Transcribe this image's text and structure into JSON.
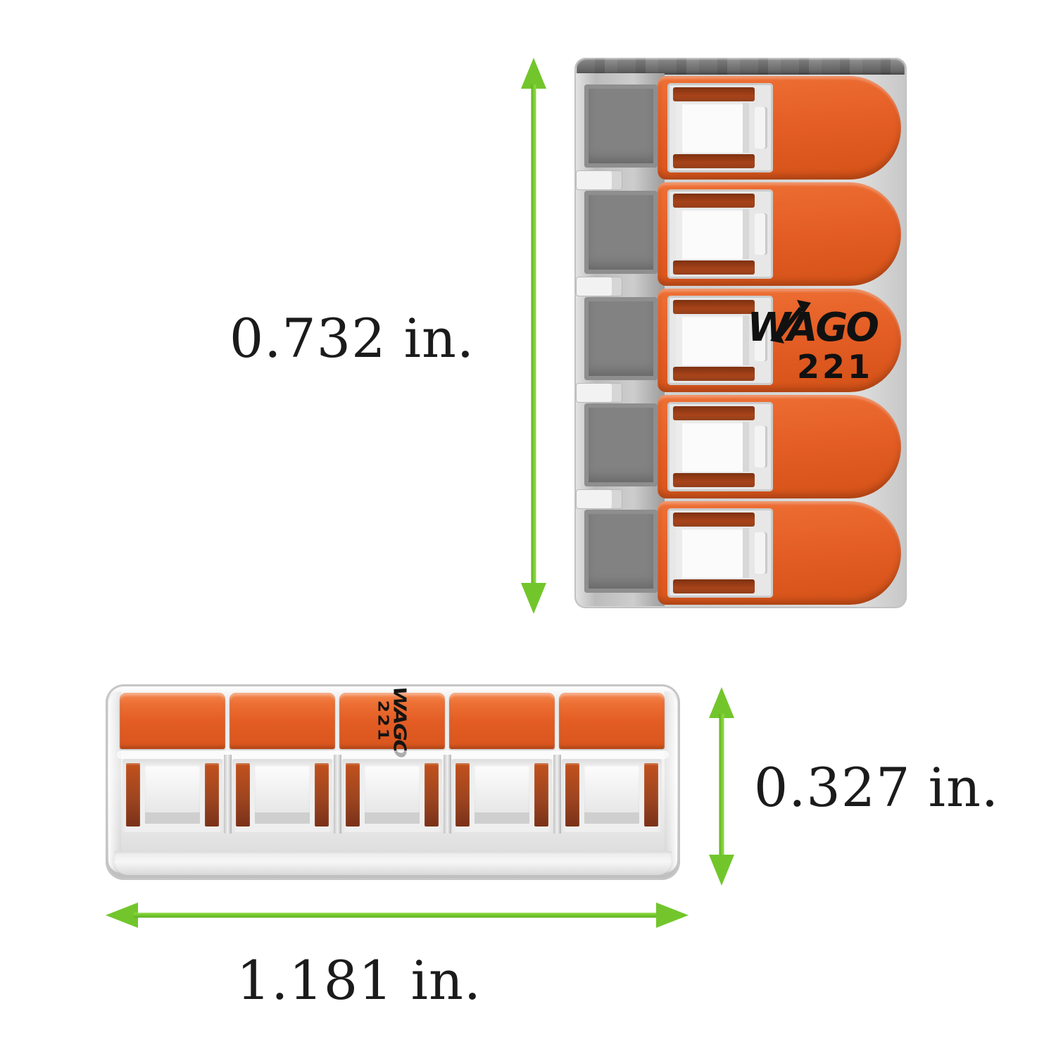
{
  "diagram": {
    "background": "#FFFFFF"
  },
  "product": {
    "brand": "WAGO",
    "model": "221",
    "lever_count": 5
  },
  "dimensions": {
    "height_label": "0.732 in.",
    "depth_label": "0.327 in.",
    "width_label": "1.181 in."
  },
  "colors": {
    "lever_orange": "#E35D24",
    "clamp_orange_dark": "#9E4520",
    "arrow_green": "#72C62C",
    "label_text": "#1B1B1B",
    "housing_gray_light": "#D8D8D8",
    "housing_gray_dark": "#828282"
  }
}
